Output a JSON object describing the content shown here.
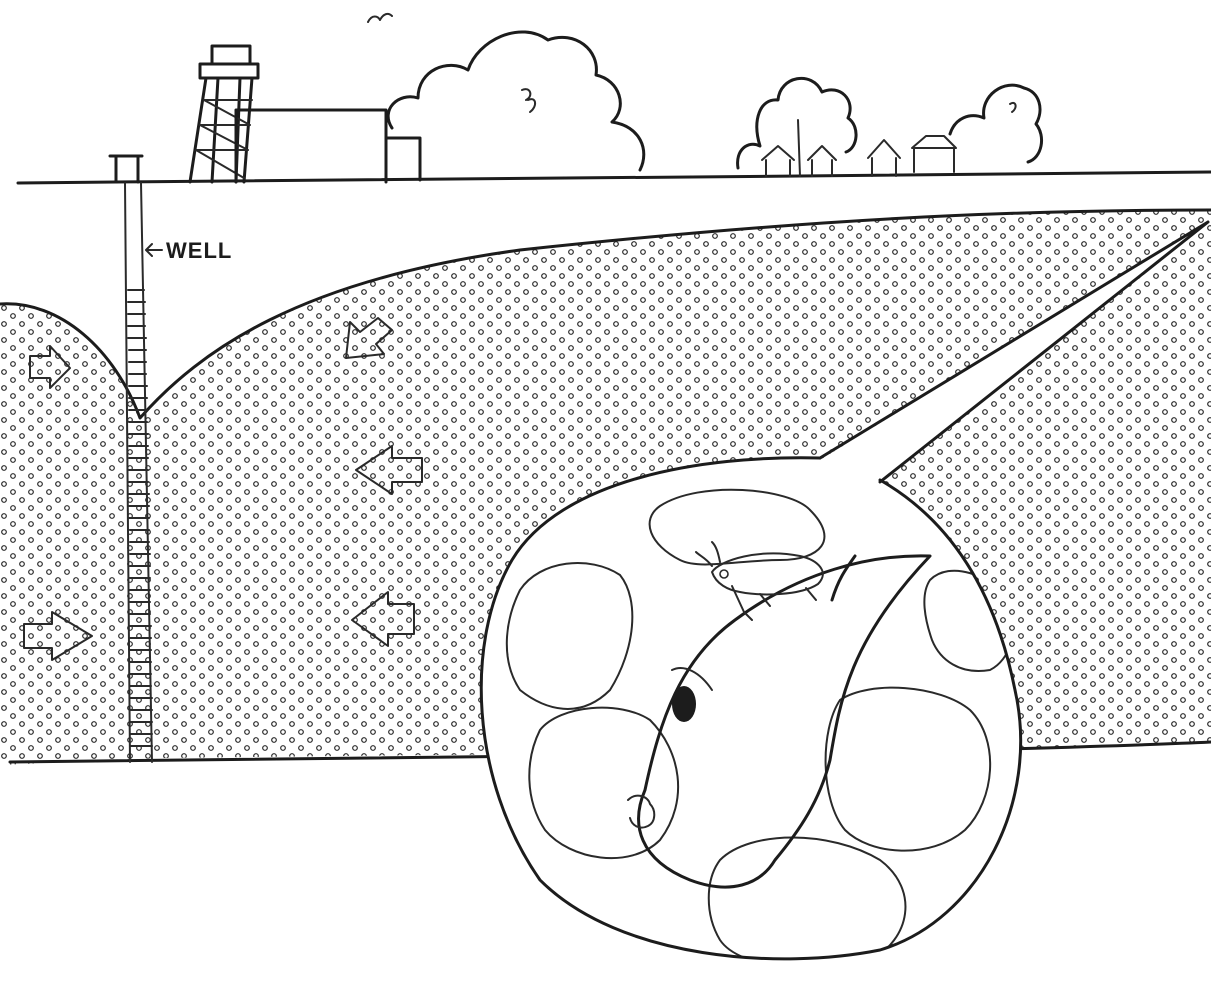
{
  "labels": {
    "well": "WELL"
  },
  "icons": {
    "arrow": "left-pointing-arrow",
    "arrow-right": "right-pointing-arrow"
  },
  "colors": {
    "ink": "#1c1c1c",
    "paper": "#ffffff"
  }
}
